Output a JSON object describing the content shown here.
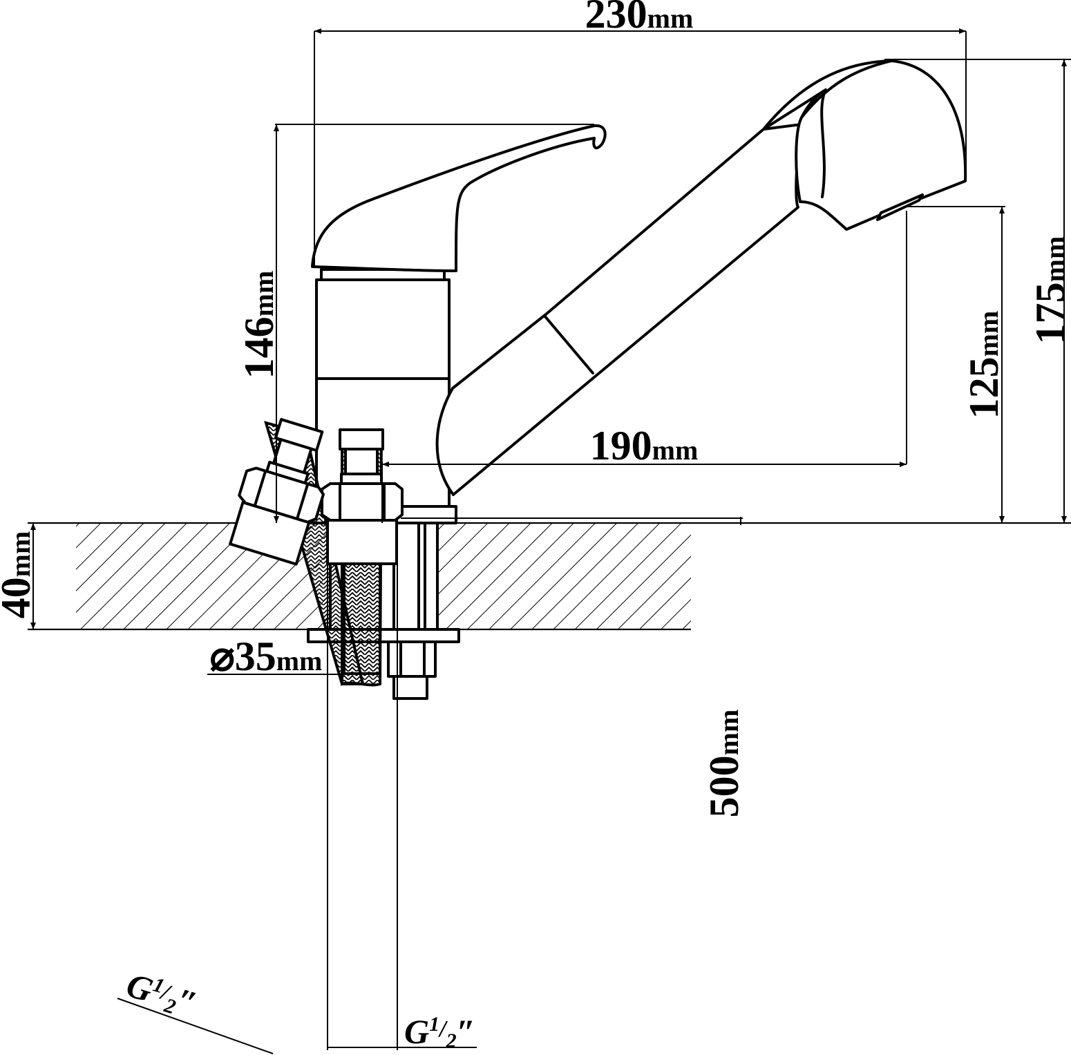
{
  "dimensions": {
    "width_top": {
      "value": "230",
      "unit": "mm"
    },
    "handle_height": {
      "value": "146",
      "unit": "mm"
    },
    "total_height": {
      "value": "175",
      "unit": "mm"
    },
    "spout_height": {
      "value": "125",
      "unit": "mm"
    },
    "spout_reach": {
      "value": "190",
      "unit": "mm"
    },
    "counter_thickness": {
      "value": "40",
      "unit": "mm"
    },
    "hole_diameter": {
      "value": "⌀35",
      "unit": "mm"
    },
    "hose_length": {
      "value": "500",
      "unit": "mm"
    }
  },
  "threads": {
    "left": {
      "prefix": "G",
      "fraction_num": "1",
      "fraction_den": "2",
      "suffix": "″"
    },
    "right": {
      "prefix": "G",
      "fraction_num": "1",
      "fraction_den": "2",
      "suffix": "″"
    }
  },
  "colors": {
    "line": "#000000",
    "background": "#ffffff"
  }
}
